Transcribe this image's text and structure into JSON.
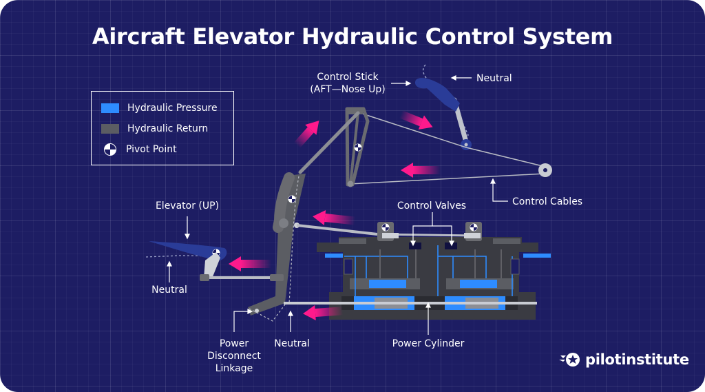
{
  "title": "Aircraft Elevator Hydraulic Control System",
  "legend": {
    "hydraulic_pressure": "Hydraulic Pressure",
    "hydraulic_return": "Hydraulic Return",
    "pivot_point": "Pivot Point"
  },
  "colors": {
    "background": "#1d1d63",
    "hydraulic_pressure": "#2e8cff",
    "hydraulic_return": "#5b5d63",
    "linkage": "#6a6b70",
    "cable": "#b9bcc4",
    "arrow": "#ff1a8c",
    "elevator": "#2a3c98"
  },
  "labels": {
    "control_stick_line1": "Control Stick",
    "control_stick_line2": "(AFT—Nose Up)",
    "stick_neutral": "Neutral",
    "control_cables": "Control Cables",
    "control_valves": "Control Valves",
    "elevator_up": "Elevator (UP)",
    "elevator_neutral": "Neutral",
    "power_disconnect_line1": "Power",
    "power_disconnect_line2": "Disconnect",
    "power_disconnect_line3": "Linkage",
    "linkage_neutral": "Neutral",
    "power_cylinder": "Power Cylinder"
  },
  "brand": {
    "logo_text": "pilotinstitute",
    "logo_icon": "wing-star-icon"
  }
}
